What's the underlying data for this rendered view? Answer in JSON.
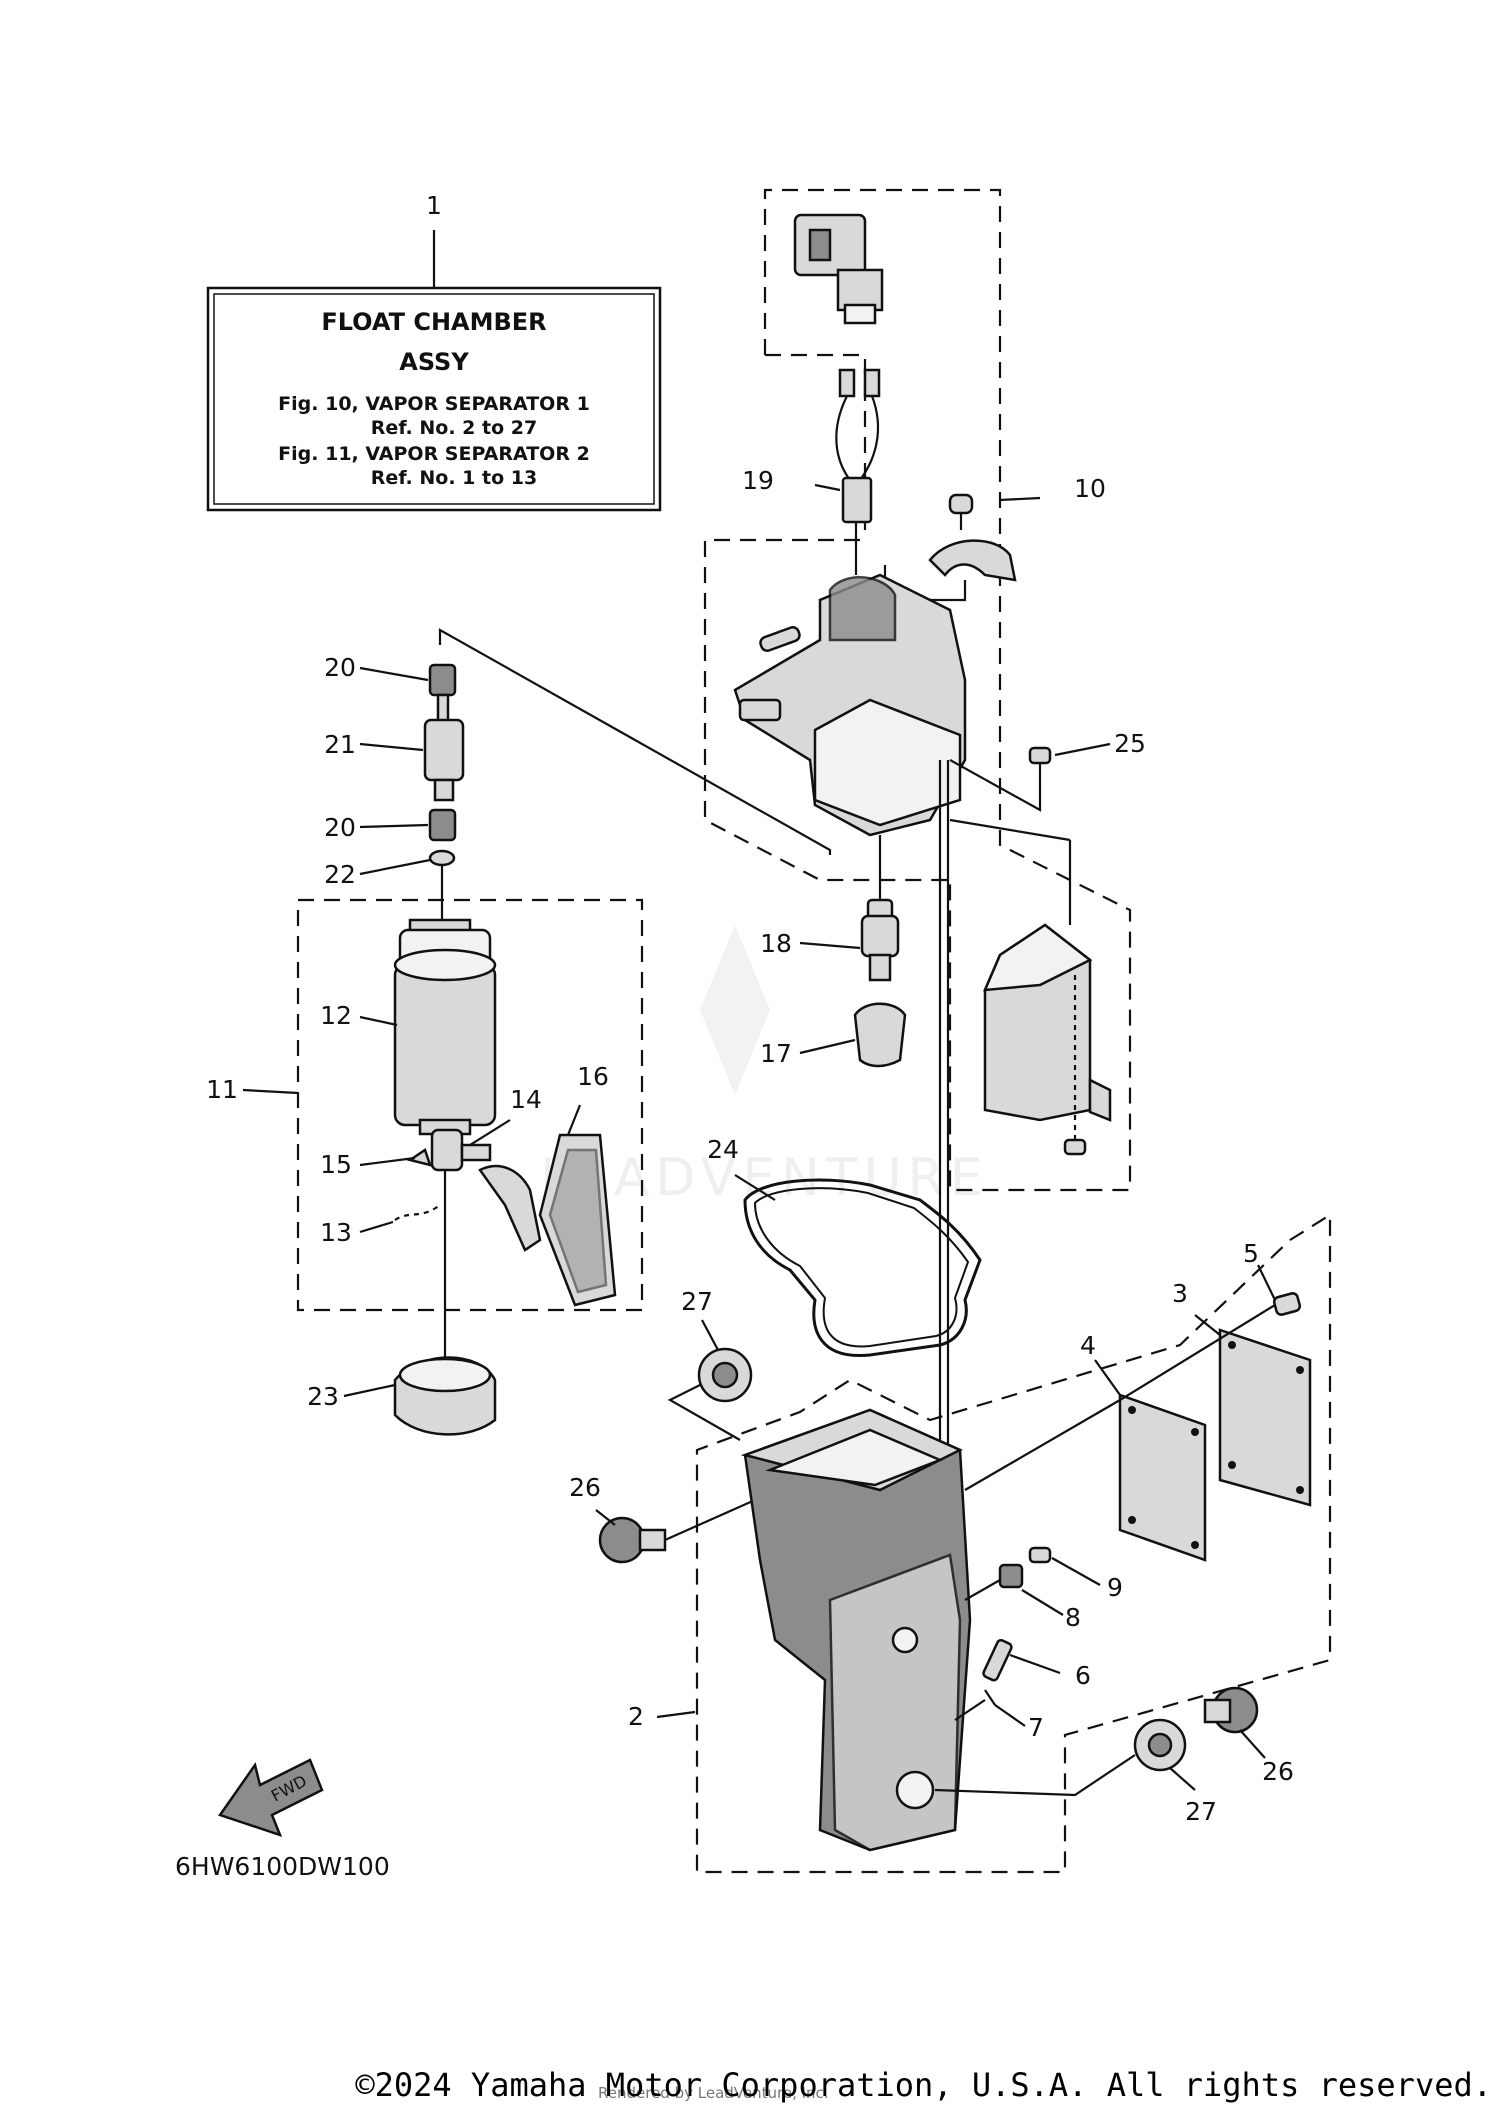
{
  "info_box": {
    "title_line1": "FLOAT CHAMBER",
    "title_line2": "ASSY",
    "ref_line1": "Fig. 10, VAPOR SEPARATOR 1",
    "ref_line2": "Ref. No. 2 to 27",
    "ref_line3": "Fig. 11, VAPOR SEPARATOR 2",
    "ref_line4": "Ref. No. 1 to 13"
  },
  "callouts": {
    "c1": "1",
    "c2": "2",
    "c3": "3",
    "c4": "4",
    "c5": "5",
    "c6": "6",
    "c7": "7",
    "c8": "8",
    "c9": "9",
    "c10": "10",
    "c11": "11",
    "c12": "12",
    "c13": "13",
    "c14": "14",
    "c15": "15",
    "c16": "16",
    "c17": "17",
    "c18": "18",
    "c19": "19",
    "c20a": "20",
    "c20b": "20",
    "c21": "21",
    "c22": "22",
    "c23": "23",
    "c24": "24",
    "c25": "25",
    "c26a": "26",
    "c26b": "26",
    "c27a": "27",
    "c27b": "27"
  },
  "fwd_label": "FWD",
  "diagram_code": "6HW6100DW100",
  "watermark_text": "LEADVENTURE",
  "rendered_by": "Rendered by LeadVenture, Inc.",
  "copyright": "©2024 Yamaha Motor Corporation, U.S.A. All rights reserved."
}
